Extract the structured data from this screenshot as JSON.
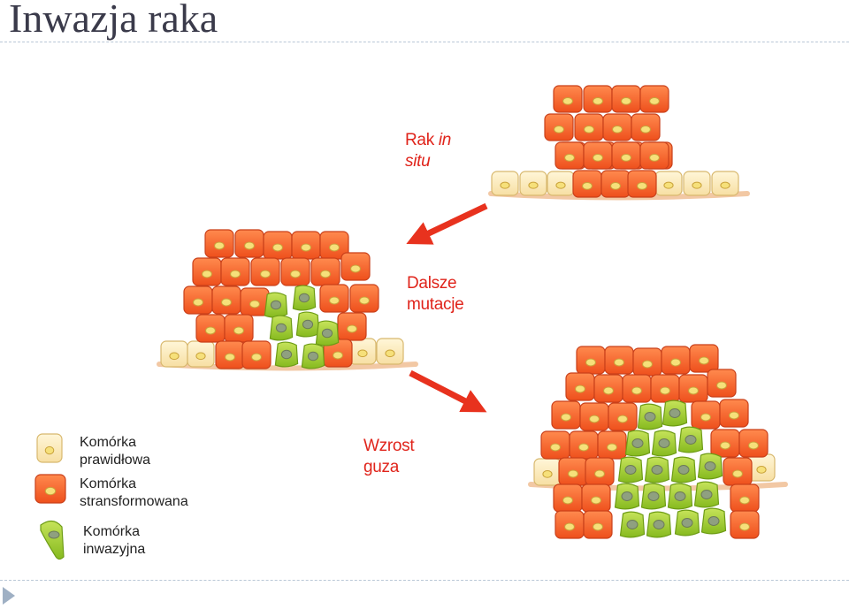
{
  "slide": {
    "title": "Inwazja raka"
  },
  "labels": {
    "in_situ_line1_prefix": "Rak ",
    "in_situ_line1_italic": "in",
    "in_situ_line2": "situ",
    "mutations_line1": "Dalsze",
    "mutations_line2": "mutacje",
    "growth_line1": "Wzrost",
    "growth_line2": "guza"
  },
  "legend": [
    {
      "line1": "Komórka",
      "line2": "prawidłowa",
      "icon": "normal-cell-icon"
    },
    {
      "line1": "Komórka",
      "line2": "stransformowana",
      "icon": "transformed-cell-icon"
    },
    {
      "line1": "Komórka",
      "line2": "inwazyjna",
      "icon": "invasive-cell-icon"
    }
  ],
  "colors": {
    "normal_fill": "#fbe6b2",
    "normal_stroke": "#d8b86e",
    "transformed_fill": "#f25a22",
    "transformed_stroke": "#c9401a",
    "invasive_fill": "#9ccc2a",
    "invasive_stroke": "#6e9c16",
    "nucleus_fill": "#f6e07a",
    "invasive_nucleus": "#8fa080",
    "membrane": "#f2c8a4",
    "arrow": "#e8321e",
    "label_red": "#e0241b"
  }
}
